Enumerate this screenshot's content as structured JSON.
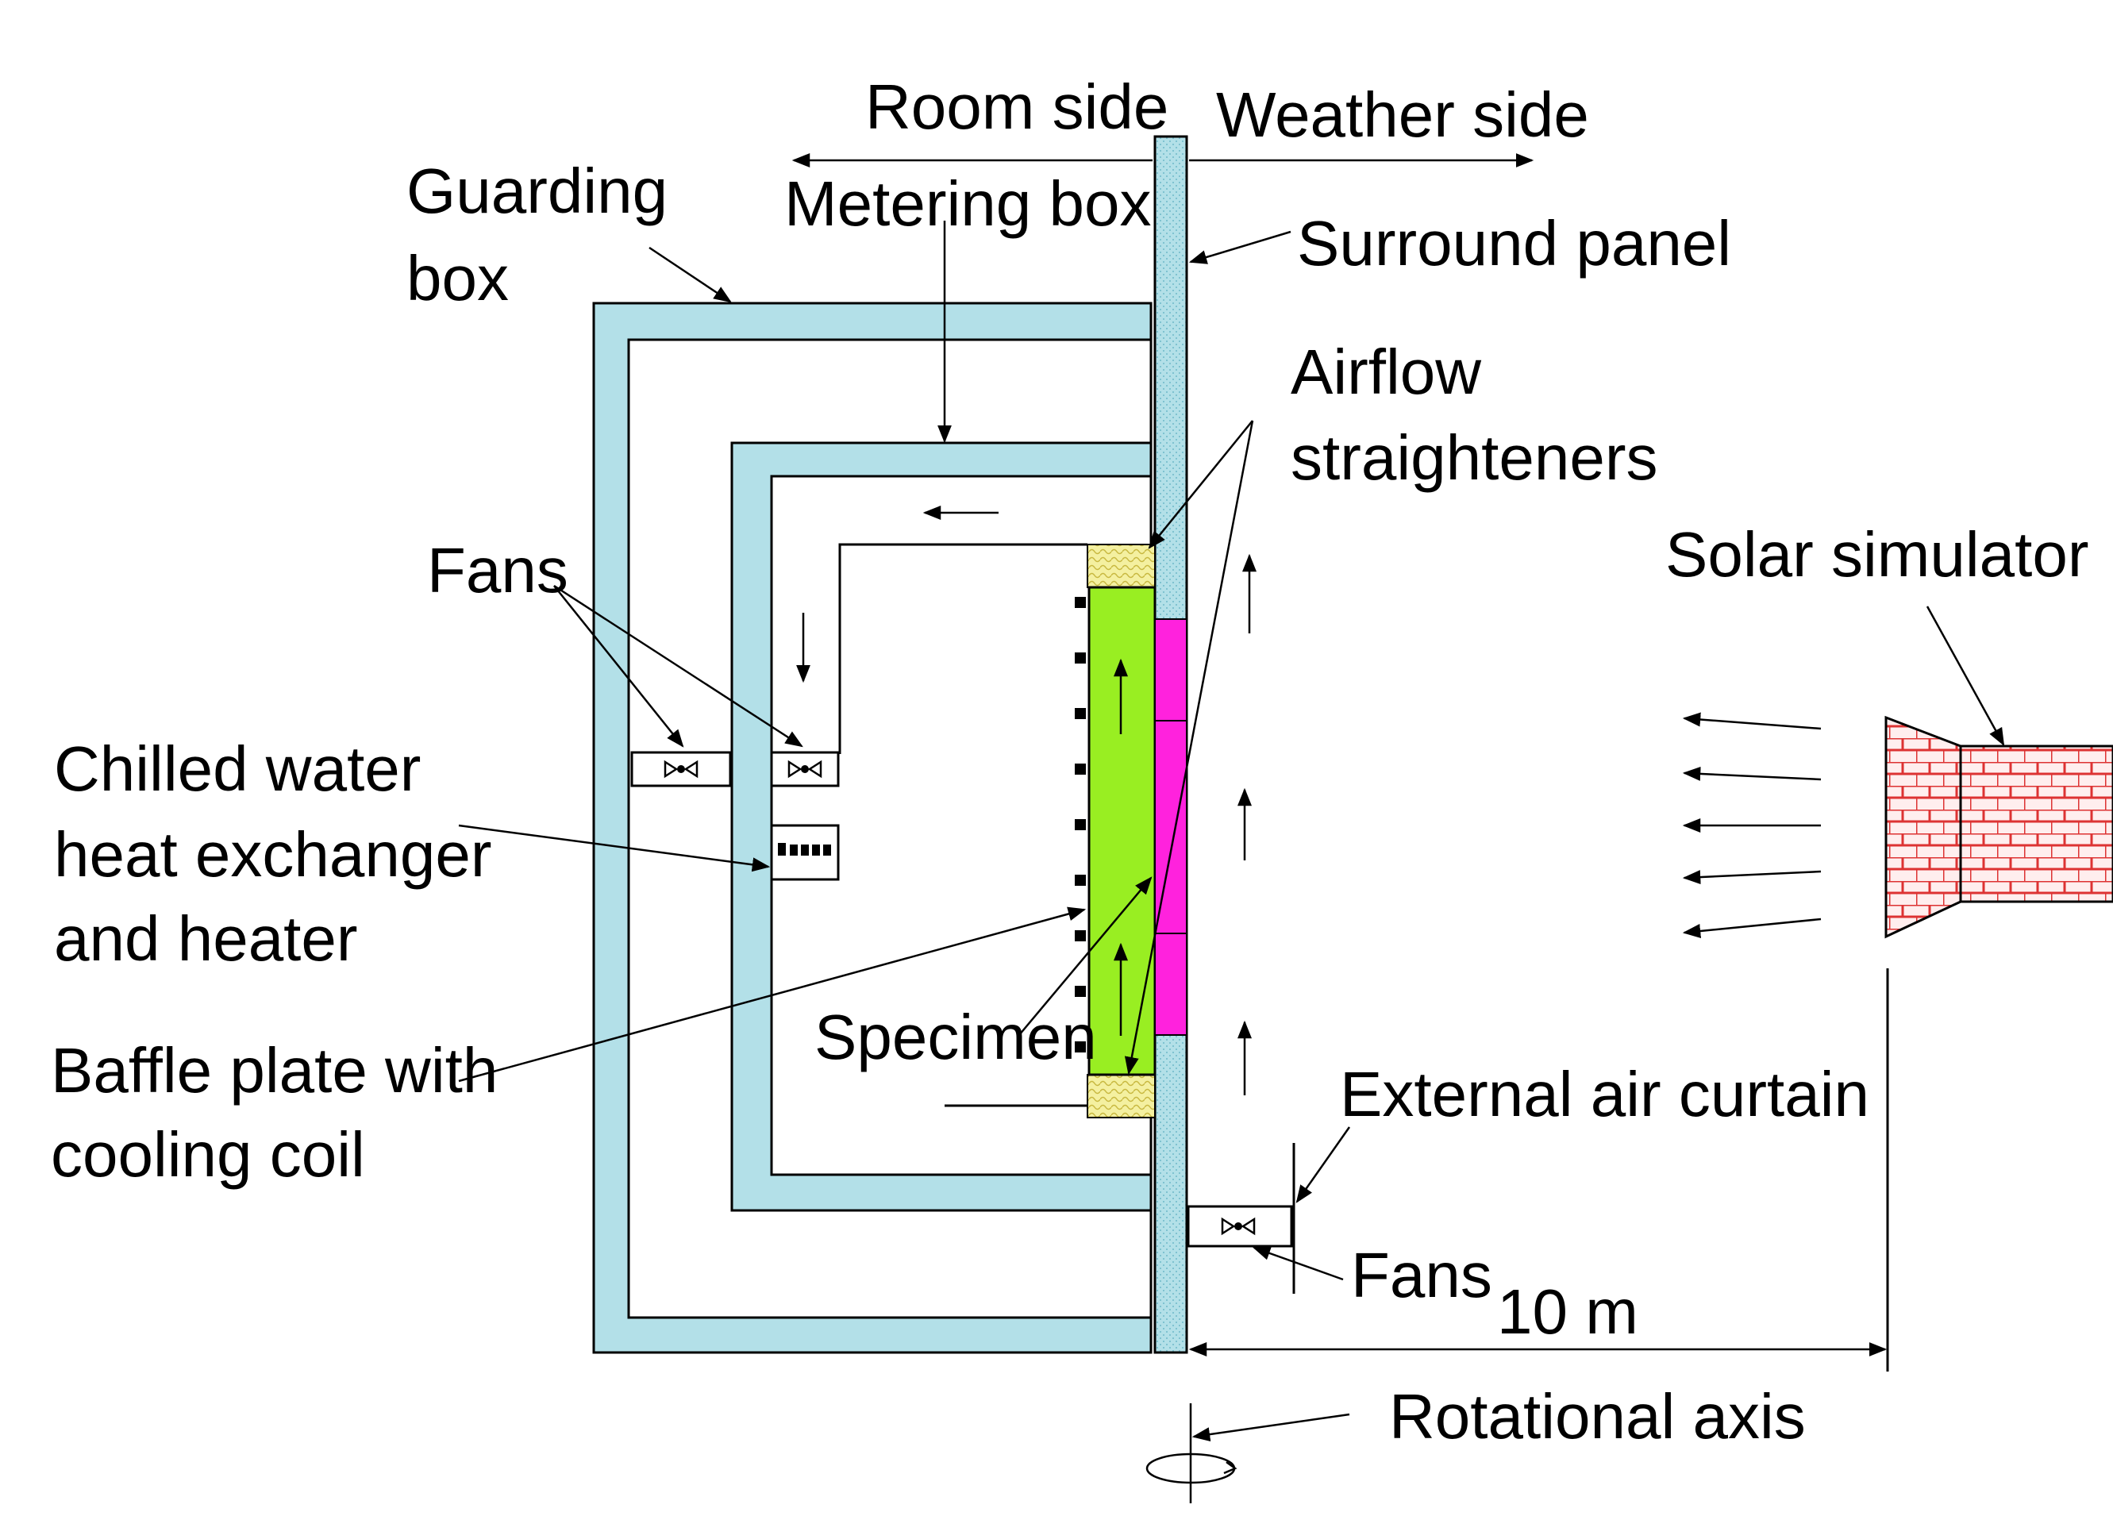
{
  "labels": {
    "room_side": "Room side",
    "weather_side": "Weather side",
    "guarding_box_line1": "Guarding",
    "guarding_box_line2": "box",
    "metering_box": "Metering box",
    "surround_panel": "Surround panel",
    "airflow_line1": "Airflow",
    "airflow_line2": "straighteners",
    "solar_simulator": "Solar simulator",
    "fans_top": "Fans",
    "chilled_line1": "Chilled water",
    "chilled_line2": "heat exchanger",
    "chilled_line3": "and heater",
    "baffle_line1": "Baffle plate with",
    "baffle_line2": "cooling coil",
    "specimen": "Specimen",
    "external_air_curtain": "External air curtain",
    "fans_bottom": "Fans",
    "distance": "10 m",
    "rotational_axis": "Rotational axis"
  },
  "colors": {
    "wall_fill": "#b3e0e8",
    "specimen_fill": "#99ee22",
    "frame_fill": "#ff22dd",
    "straightener_fill": "#f4f0a0",
    "solar_fill": "#ffeeee",
    "solar_grid": "#dd3333"
  }
}
